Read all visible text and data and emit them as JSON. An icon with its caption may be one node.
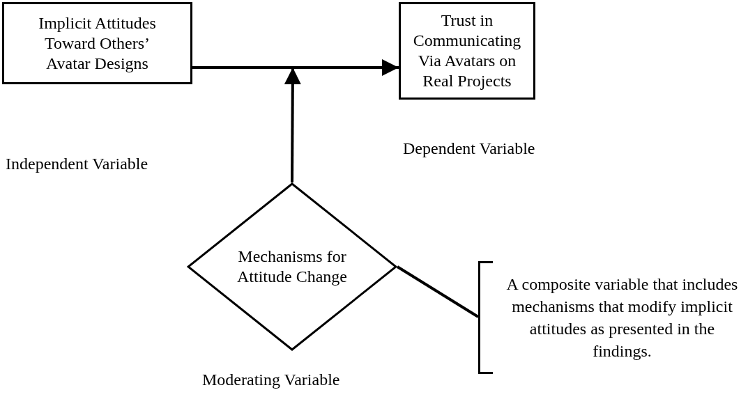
{
  "diagram": {
    "nodes": [
      {
        "text": [
          "Implicit Attitudes Toward Others’ Avatar Designs"
        ]
      },
      {
        "text": [
          "Trust in Communicating Via Avatars on Real Projects"
        ],
        "beside": [
          "Dependent Variable"
        ]
      },
      {
        "text": [
          "Mechanisms for Attitude Change"
        ],
        "beside": [
          "Moderating Variable"
        ]
      },
      {
        "text": [
          "A composite variable that includes mechanisms that modify implicit attitudes as presented in the findings."
        ]
      }
    ],
    "edges": [
      {
        "from": 0,
        "to": 1,
        "arrow": "to"
      },
      {
        "from": 2,
        "to": null,
        "arrow": "to"
      },
      {
        "from": 2,
        "to": 3,
        "arrow": "none"
      }
    ],
    "labels": [
      "Independent Variable"
    ]
  }
}
